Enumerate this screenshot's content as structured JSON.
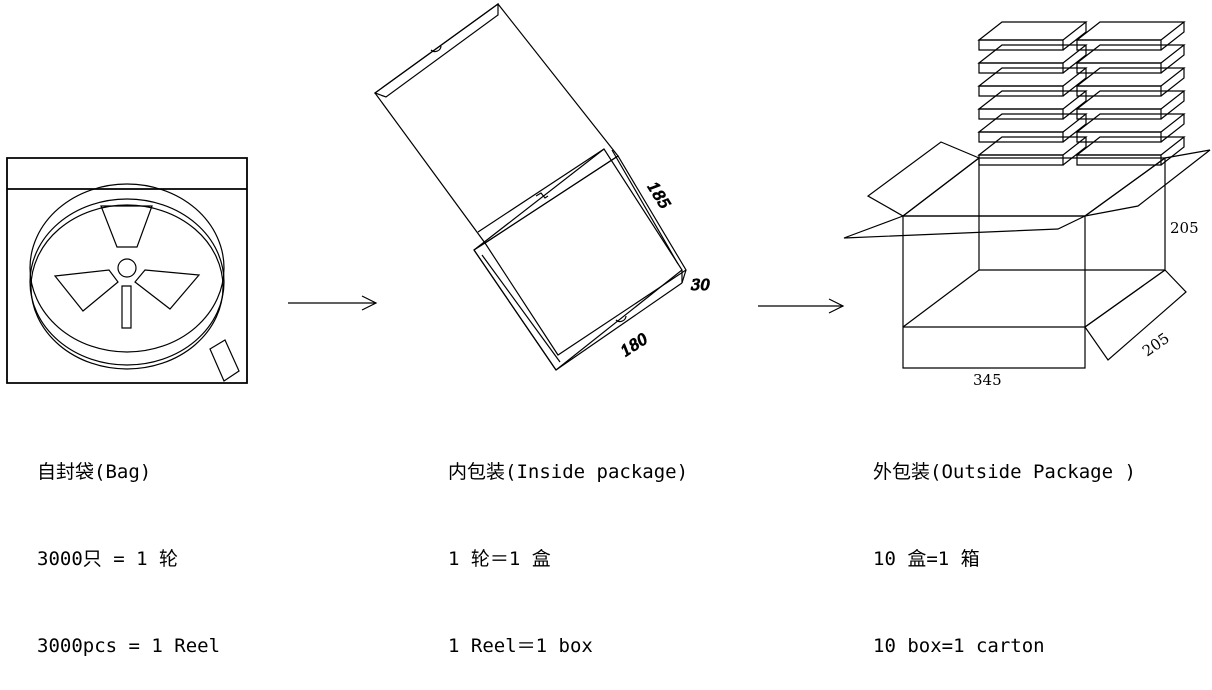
{
  "bag": {
    "caption": [
      "自封袋(Bag)",
      "3000只 = 1 轮",
      "3000pcs = 1 Reel"
    ]
  },
  "inner": {
    "caption": [
      "内包装(Inside package)",
      "1 轮＝1 盒",
      "1 Reel＝1 box"
    ],
    "dims": {
      "length": "185",
      "height": "30",
      "width": "180"
    }
  },
  "outer": {
    "caption": [
      "外包装(Outside Package )",
      "10 盒=1 箱",
      "10 box=1 carton"
    ],
    "dims": {
      "height": "205",
      "depth": "205",
      "length": "345"
    }
  }
}
